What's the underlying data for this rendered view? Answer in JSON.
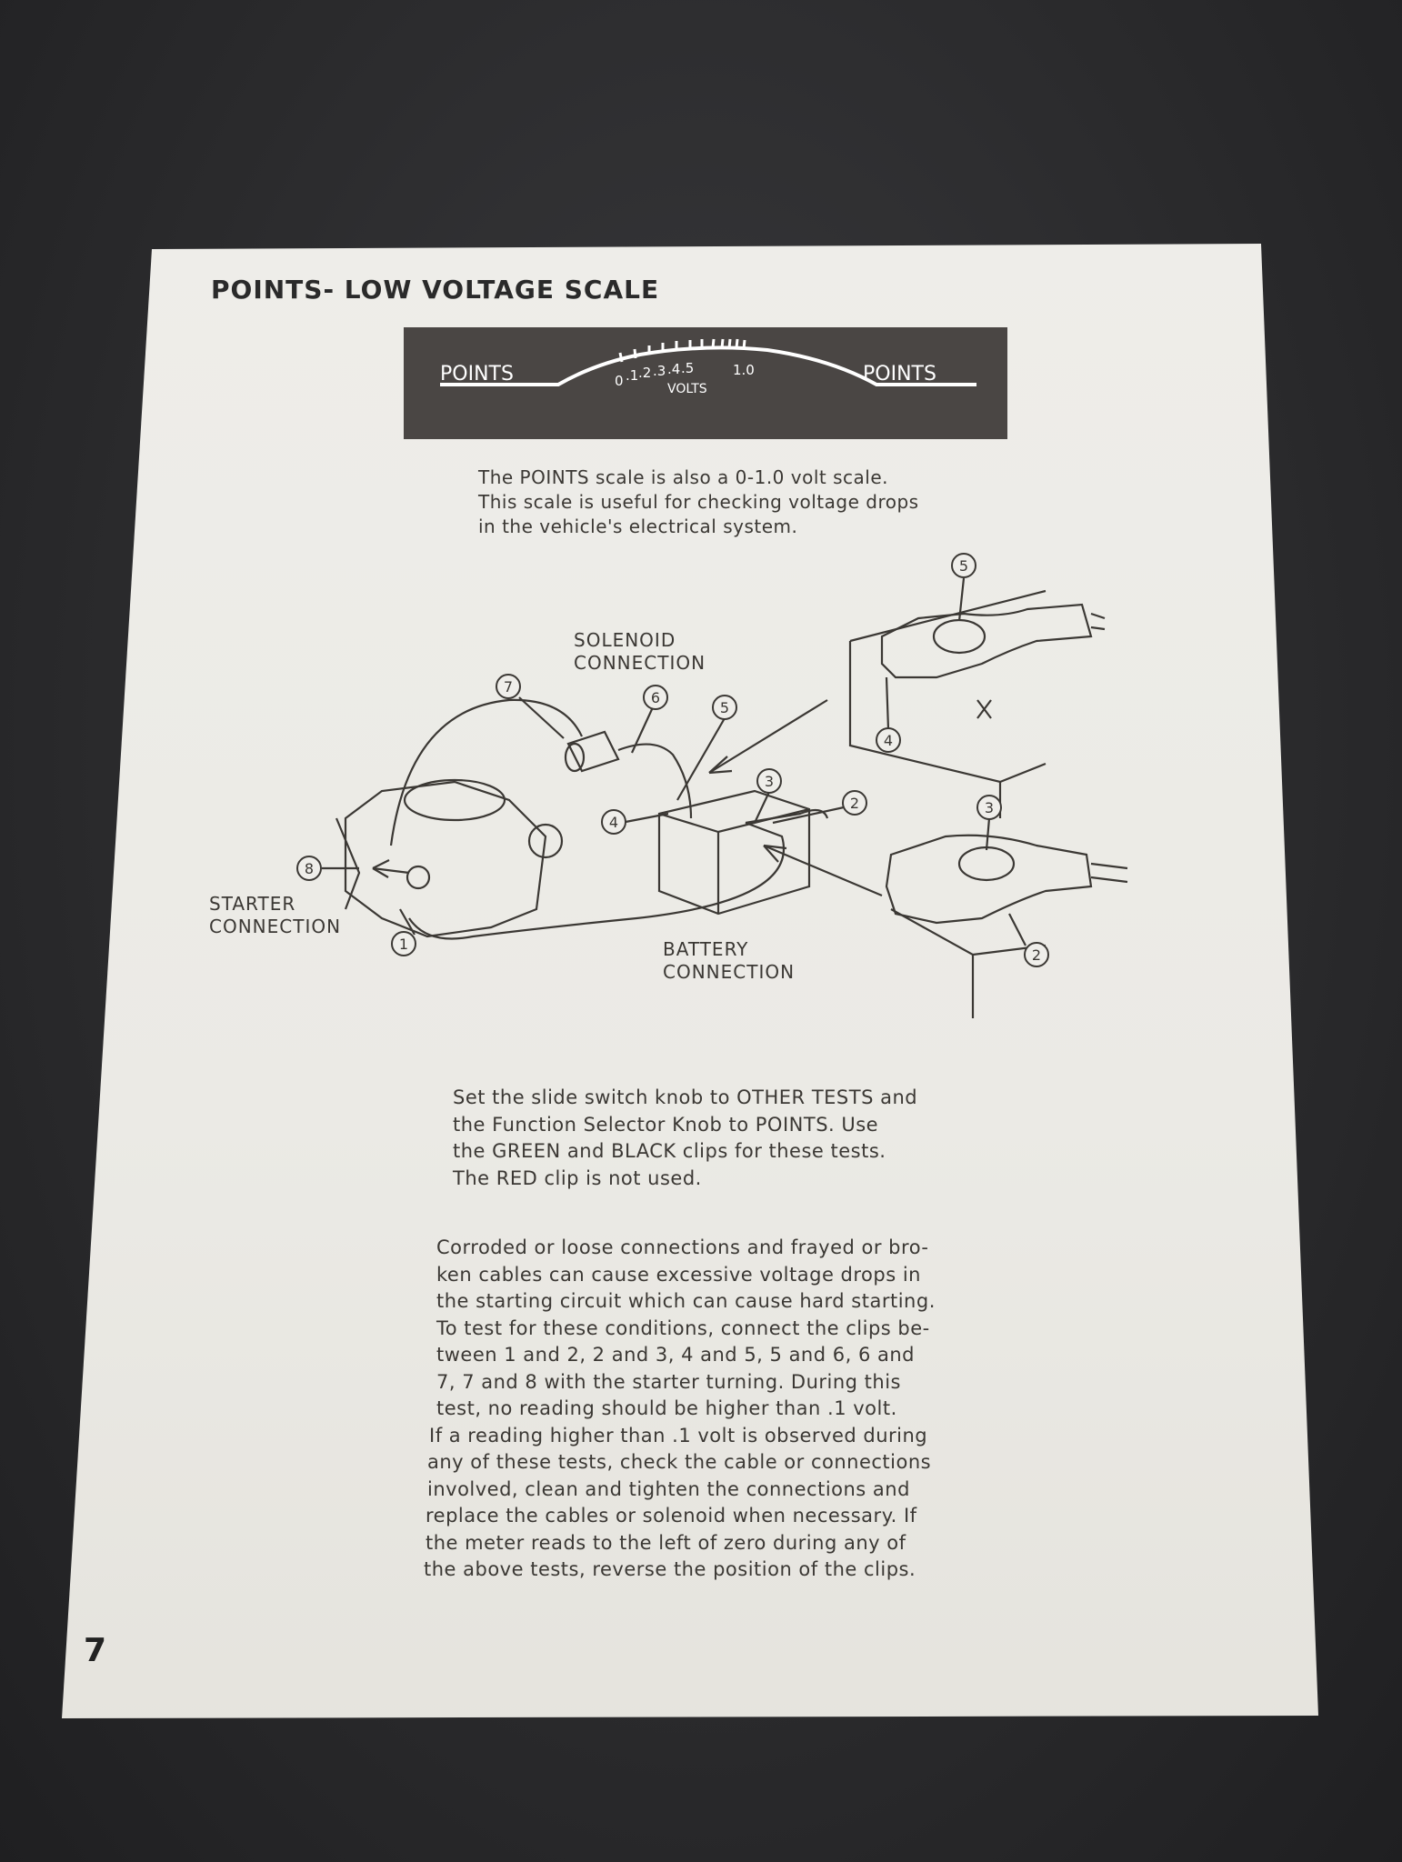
{
  "page": {
    "title": "POINTS- LOW VOLTAGE SCALE",
    "page_number": "7"
  },
  "meter_scale": {
    "left_label": "POINTS",
    "right_label": "POINTS",
    "ticks": [
      "0",
      ".1",
      ".2",
      ".3",
      ".4",
      ".5",
      "1.0"
    ],
    "unit": "VOLTS"
  },
  "intro_text": [
    "The POINTS scale is also a 0-1.0 volt scale.",
    "This scale is useful for checking voltage drops",
    "in the vehicle's electrical system."
  ],
  "diagram": {
    "solenoid_label": [
      "SOLENOID",
      "CONNECTION"
    ],
    "starter_label": [
      "STARTER",
      "CONNECTION"
    ],
    "battery_label": [
      "BATTERY",
      "CONNECTION"
    ],
    "callouts": [
      "1",
      "2",
      "3",
      "4",
      "5",
      "6",
      "7",
      "8"
    ],
    "closeup_top_callouts": [
      "5",
      "4"
    ],
    "closeup_bottom_callouts": [
      "3",
      "2"
    ]
  },
  "instructions": [
    "Set the slide switch knob to OTHER TESTS and",
    "the Function Selector Knob to POINTS.   Use",
    "the GREEN and BLACK clips for these  tests.",
    "The RED clip is not used."
  ],
  "body_text": [
    "Corroded or loose connections and frayed or bro-",
    "ken cables can cause excessive voltage drops in",
    "the starting circuit which can cause hard starting.",
    "To test for these conditions, connect the clips be-",
    "tween 1 and 2, 2 and 3, 4 and 5, 5 and 6, 6 and",
    "7, 7 and 8 with the starter turning.  During this",
    "test, no reading should be higher than .1 volt.",
    "If a reading higher than .1 volt is observed during",
    "any of these tests, check the cable or connections",
    "involved, clean and tighten the connections and",
    "replace the cables or solenoid when necessary. If",
    "the meter reads to the  left of zero during any of",
    "the above tests, reverse the position of the clips."
  ]
}
